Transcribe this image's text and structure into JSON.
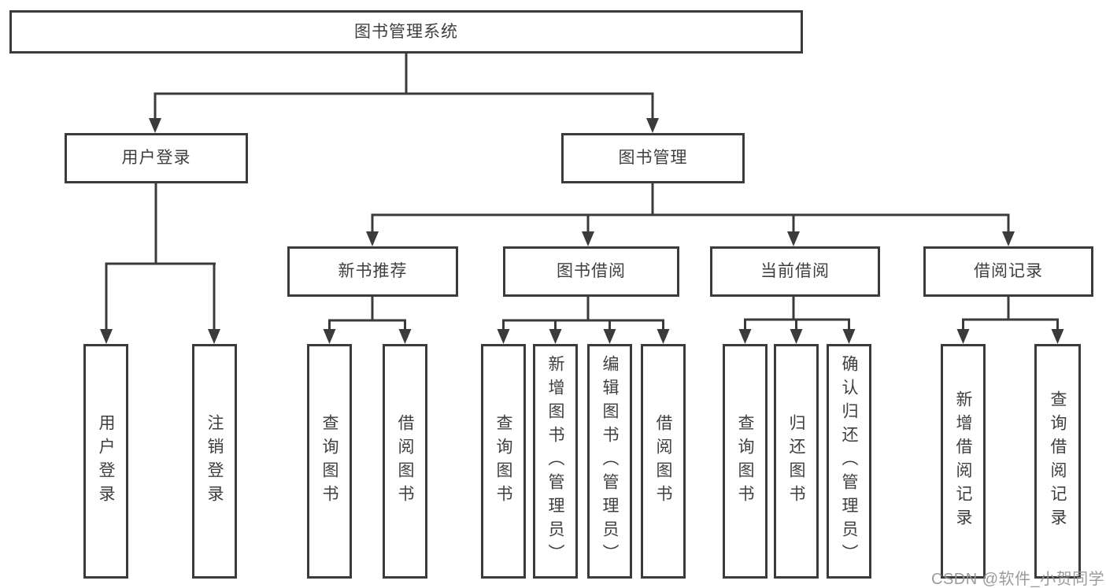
{
  "tree": {
    "label": "图书管理系统",
    "children": [
      {
        "label": "用户登录",
        "children": [
          {
            "label": "用户登录"
          },
          {
            "label": "注销登录"
          }
        ]
      },
      {
        "label": "图书管理",
        "children": [
          {
            "label": "新书推荐",
            "children": [
              {
                "label": "查询图书"
              },
              {
                "label": "借阅图书"
              }
            ]
          },
          {
            "label": "图书借阅",
            "children": [
              {
                "label": "查询图书"
              },
              {
                "label": "新增图书（管理员）"
              },
              {
                "label": "编辑图书（管理员）"
              },
              {
                "label": "借阅图书"
              }
            ]
          },
          {
            "label": "当前借阅",
            "children": [
              {
                "label": "查询图书"
              },
              {
                "label": "归还图书"
              },
              {
                "label": "确认归还（管理员）"
              }
            ]
          },
          {
            "label": "借阅记录",
            "children": [
              {
                "label": "新增借阅记录"
              },
              {
                "label": "查询借阅记录"
              }
            ]
          }
        ]
      }
    ]
  },
  "watermark": {
    "text": "CSDN @软件_小贺同学"
  },
  "colors": {
    "line": "#3b3b3b",
    "text": "#3f3f3f",
    "box_background": "#ffffff",
    "page_background": "#ffffff",
    "watermark": "#969696"
  }
}
